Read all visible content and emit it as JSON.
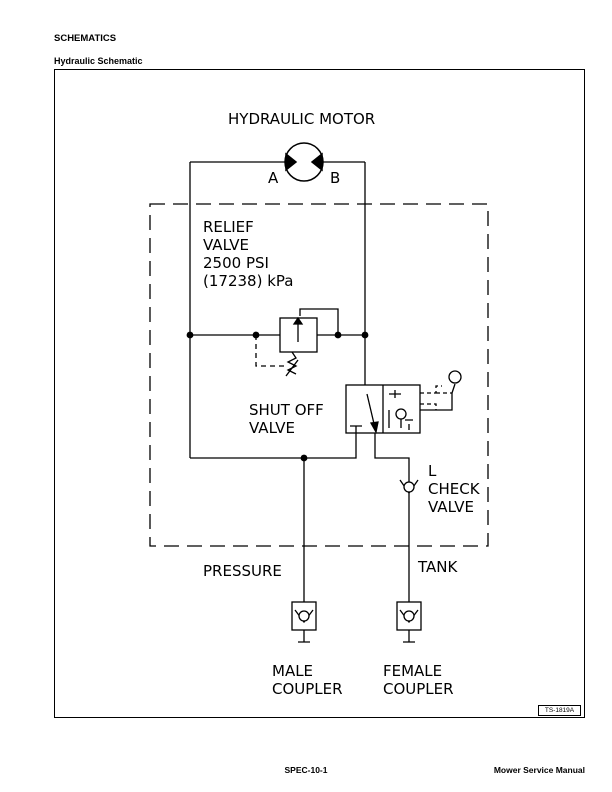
{
  "header": {
    "section": "SCHEMATICS",
    "subsection": "Hydraulic Schematic"
  },
  "schematic": {
    "motor_label": "HYDRAULIC MOTOR",
    "port_a": "A",
    "port_b": "B",
    "relief_valve_lines": [
      "RELIEF",
      "VALVE",
      "2500 PSI",
      "(17238) kPa"
    ],
    "shutoff_valve_lines": [
      "SHUT OFF",
      "VALVE"
    ],
    "check_valve_lines": [
      "L",
      "CHECK",
      "VALVE"
    ],
    "pressure_label": "PRESSURE",
    "tank_label": "TANK",
    "male_coupler_lines": [
      "MALE",
      "COUPLER"
    ],
    "female_coupler_lines": [
      "FEMALE",
      "COUPLER"
    ]
  },
  "figure_id": "TS-1819A",
  "footer": {
    "page": "SPEC-10-1",
    "manual": "Mower Service Manual"
  }
}
